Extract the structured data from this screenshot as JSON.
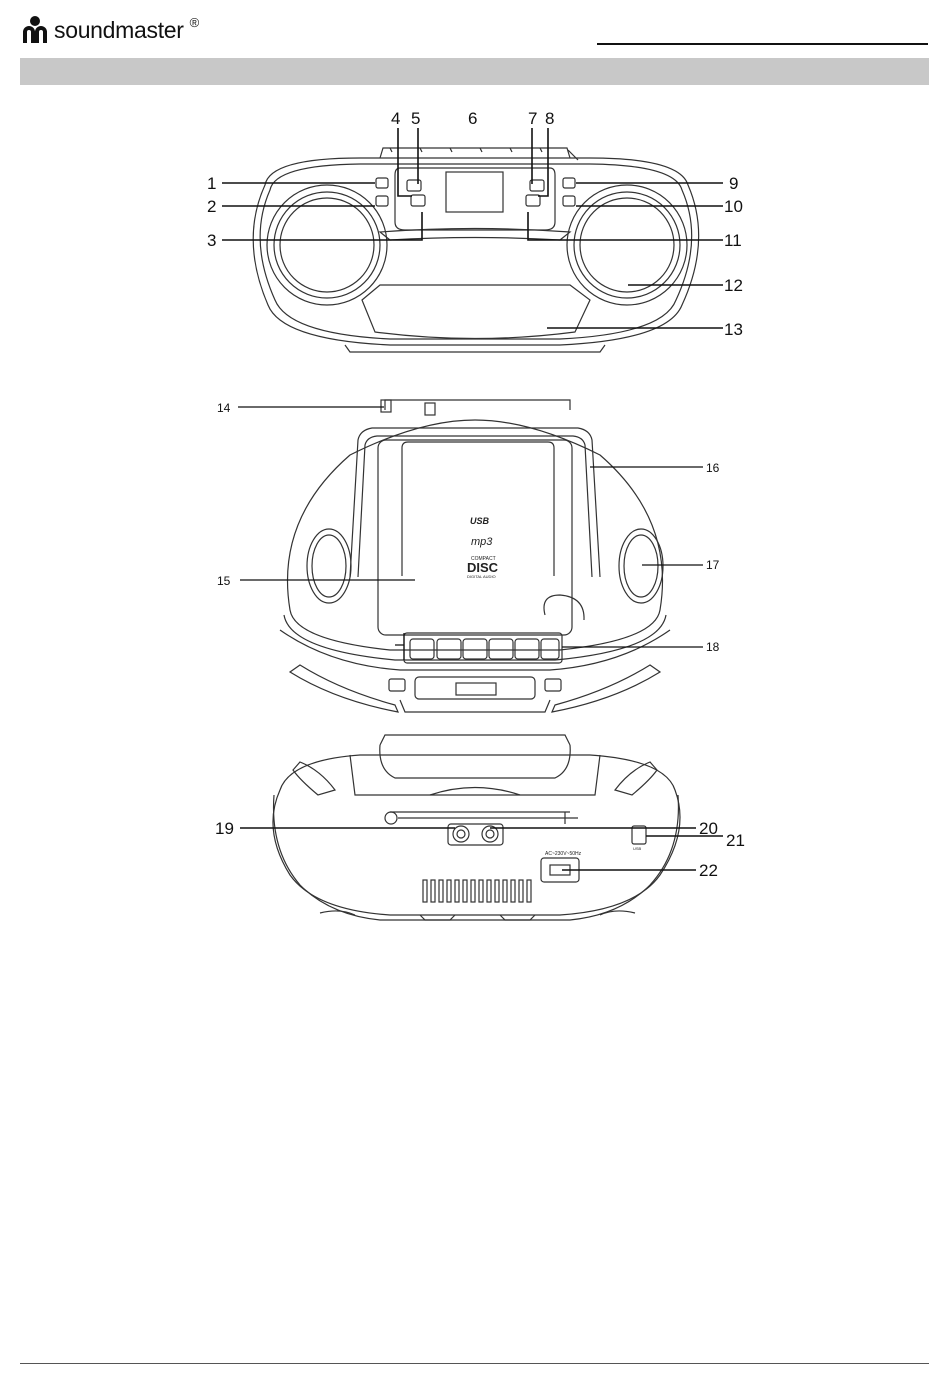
{
  "brand": {
    "name": "soundmaster",
    "registered": "®"
  },
  "callouts_front": [
    "1",
    "2",
    "3",
    "4",
    "5",
    "6",
    "7",
    "8",
    "9",
    "10",
    "11",
    "12",
    "13"
  ],
  "callouts_top": [
    "14",
    "15",
    "16",
    "17",
    "18"
  ],
  "callouts_back": [
    "19",
    "20",
    "21",
    "22"
  ],
  "panel_labels": {
    "usb": "USB",
    "mp3": "mp3",
    "compact": "COMPACT",
    "disc": "DISC",
    "digital_audio": "DIGITAL AUDIO",
    "ac": "AC~230V~50Hz",
    "usb_port": "USB"
  }
}
